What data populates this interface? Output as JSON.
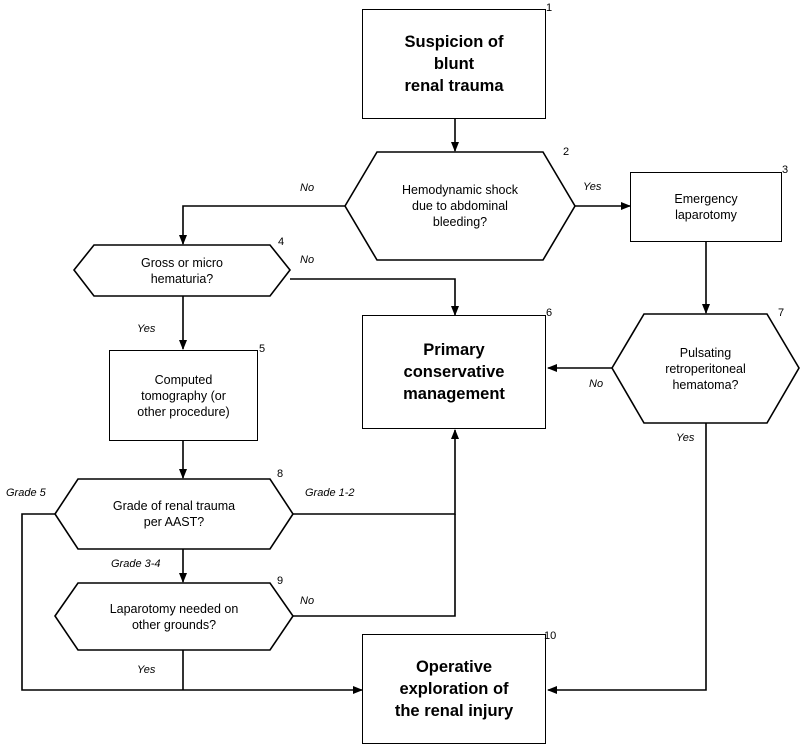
{
  "nodes": [
    {
      "id": 1,
      "number": "1",
      "text": "Suspicion of\nblunt\nrenal trauma"
    },
    {
      "id": 2,
      "number": "2",
      "text": "Hemodynamic shock\ndue to abdominal\nbleeding?"
    },
    {
      "id": 3,
      "number": "3",
      "text": "Emergency\nlaparotomy"
    },
    {
      "id": 4,
      "number": "4",
      "text": "Gross or micro\nhematuria?"
    },
    {
      "id": 5,
      "number": "5",
      "text": "Computed\ntomography (or\nother procedure)"
    },
    {
      "id": 6,
      "number": "6",
      "text": "Primary\nconservative\nmanagement"
    },
    {
      "id": 7,
      "number": "7",
      "text": "Pulsating\nretroperitoneal\nhematoma?"
    },
    {
      "id": 8,
      "number": "8",
      "text": "Grade of renal trauma\nper AAST?"
    },
    {
      "id": 9,
      "number": "9",
      "text": "Laparotomy needed on\nother grounds?"
    },
    {
      "id": 10,
      "number": "10",
      "text": "Operative\nexploration of\nthe renal injury"
    }
  ],
  "edge_labels": {
    "n2_no": "No",
    "n2_yes": "Yes",
    "n4_no": "No",
    "n4_yes": "Yes",
    "n7_no": "No",
    "n7_yes": "Yes",
    "n8_grade5": "Grade 5",
    "n8_grade12": "Grade 1-2",
    "n8_grade34": "Grade 3-4",
    "n9_no": "No",
    "n9_yes": "Yes"
  },
  "colors": {
    "line": "#000000",
    "background": "#ffffff"
  }
}
